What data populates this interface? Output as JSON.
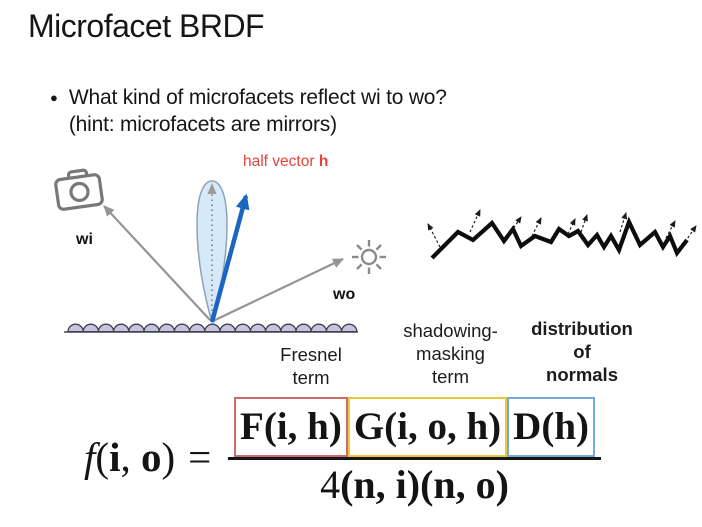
{
  "slide": {
    "title": "Microfacet BRDF",
    "bullet": {
      "marker": "●",
      "line1": "What kind of microfacets reflect wi to wo?",
      "line2": "(hint: microfacets are mirrors)"
    }
  },
  "diagram": {
    "wi_label": "wi",
    "wo_label": "wo",
    "half_vector_text": "half vector ",
    "half_vector_symbol": "h",
    "icons": {
      "camera": "camera-icon",
      "sun": "sun-icon"
    },
    "colors": {
      "half_vector_label": "#e8433a",
      "half_vector_arrow": "#1a66c2",
      "lobe_fill": "#d6e9f8",
      "bump_fill": "#c7c4e2",
      "gray_arrow": "#949494",
      "facet_line": "#0d0d0d"
    }
  },
  "terms": {
    "fresnel": {
      "line1": "Fresnel",
      "line2": "term"
    },
    "shadowing": {
      "line1": "shadowing-",
      "line2": "masking",
      "line3": "term"
    },
    "distribution": {
      "line1": "distribution",
      "line2": "of",
      "line3": "normals"
    }
  },
  "equation": {
    "lhs": {
      "f": "f",
      "open": "(",
      "i": "i",
      "comma": ", ",
      "o": "o",
      "close": ")"
    },
    "equals": "=",
    "numerator": {
      "fresnel_term": "F(i, h)",
      "geometry_term": "G(i, o, h)",
      "ndf_term": "D(h)"
    },
    "denominator": {
      "coeff": "4",
      "rest": "(n, i)(n, o)"
    },
    "box_colors": {
      "fresnel": "#d06b6b",
      "geometry": "#e7c93e",
      "ndf": "#74a9d8"
    }
  }
}
